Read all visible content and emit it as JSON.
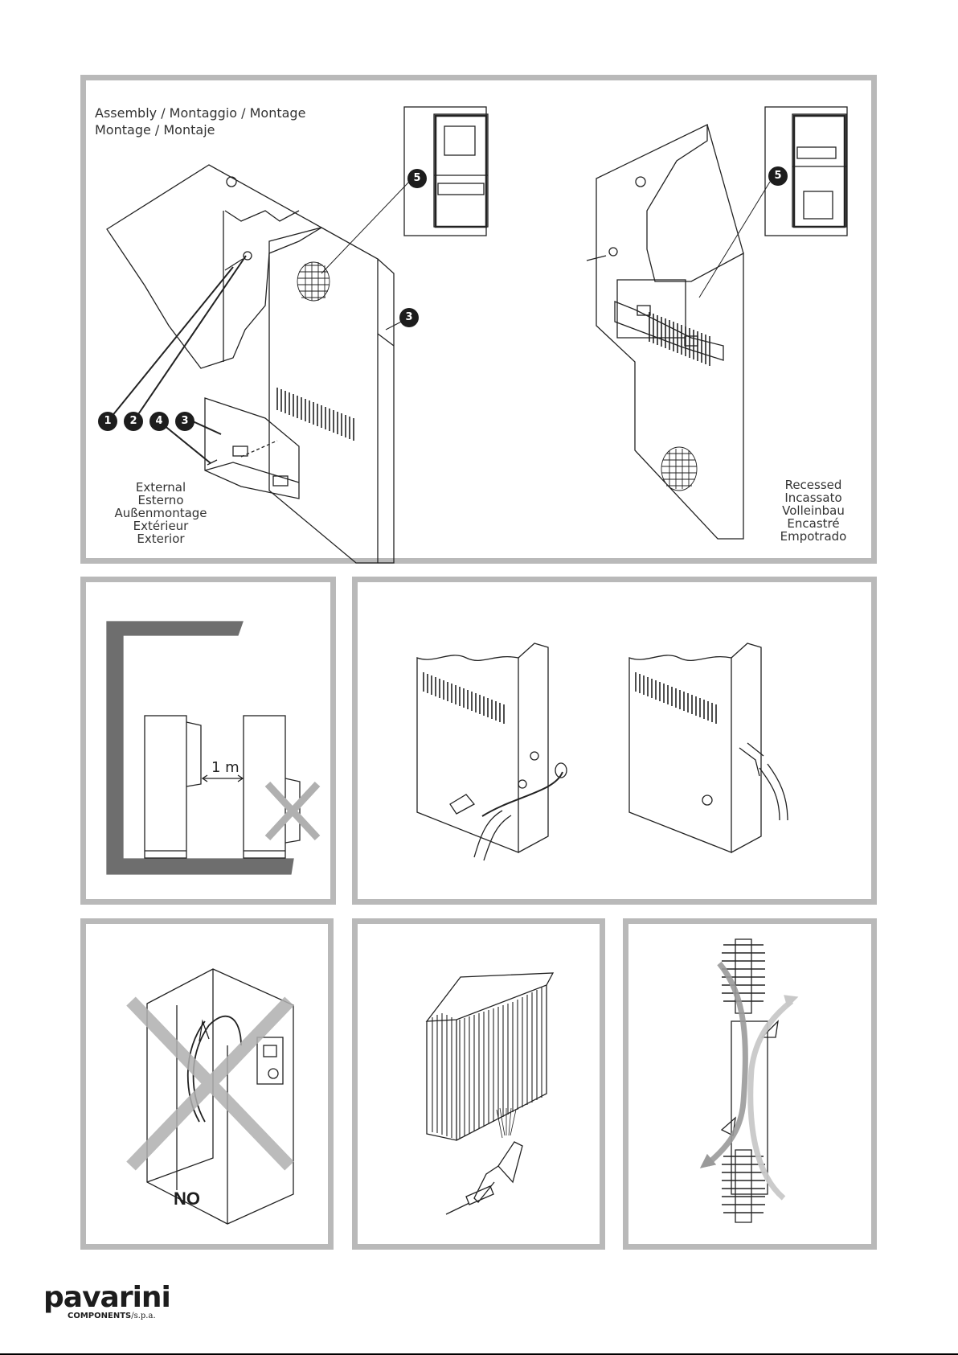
{
  "assembly": {
    "title_line1": "Assembly / Montaggio / Montage",
    "title_line2": "Montage / Montaje",
    "external_labels": [
      "External",
      "Esterno",
      "Außenmontage",
      "Extérieur",
      "Exterior"
    ],
    "recessed_labels": [
      "Recessed",
      "Incassato",
      "Volleinbau",
      "Encastré",
      "Empotrado"
    ],
    "callouts": {
      "n1": "1",
      "n2": "2",
      "n3a": "3",
      "n3b": "3",
      "n4": "4",
      "n5a": "5",
      "n5b": "5"
    }
  },
  "spacing": {
    "distance_label": "1 m"
  },
  "enclosure": {
    "no_label": "NO"
  },
  "brand": {
    "name": "pavarini",
    "sub": "COMPONENTS",
    "suffix": "/s.p.a."
  }
}
